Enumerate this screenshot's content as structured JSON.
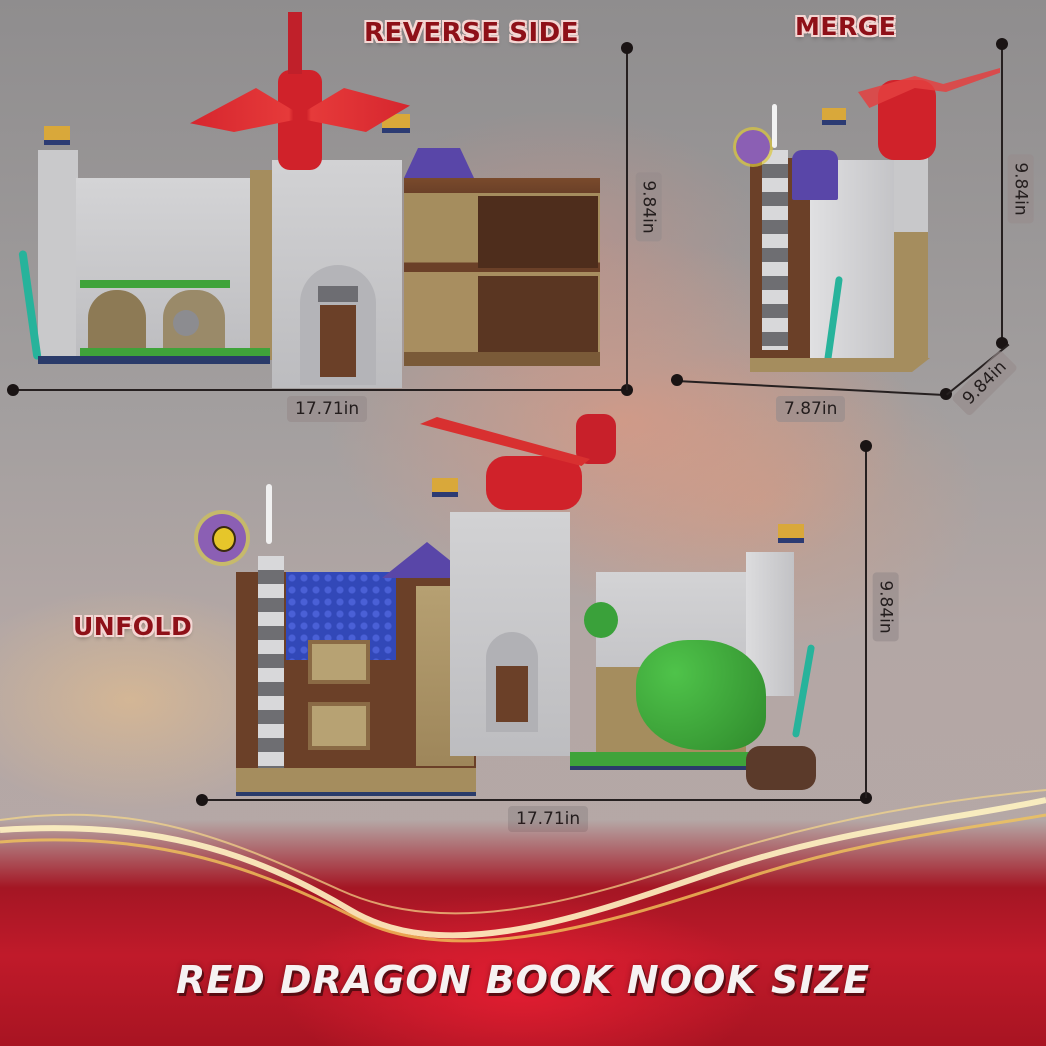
{
  "page": {
    "footer_title": "RED DRAGON BOOK NOOK SIZE"
  },
  "sections": {
    "reverse_side": {
      "label": "REVERSE SIDE",
      "width": "17.71in",
      "height": "9.84in"
    },
    "merge": {
      "label": "MERGE",
      "width": "7.87in",
      "depth": "9.84in",
      "height": "9.84in"
    },
    "unfold": {
      "label": "UNFOLD",
      "width": "17.71in",
      "height": "9.84in"
    }
  },
  "colors": {
    "heading_red": "#8e1018",
    "band_red": "#c01a2a",
    "dragon_red": "#d0222a",
    "castle_grey": "#c9c9cb",
    "wood_brown": "#6b4028",
    "roof_purple": "#5946a8"
  }
}
